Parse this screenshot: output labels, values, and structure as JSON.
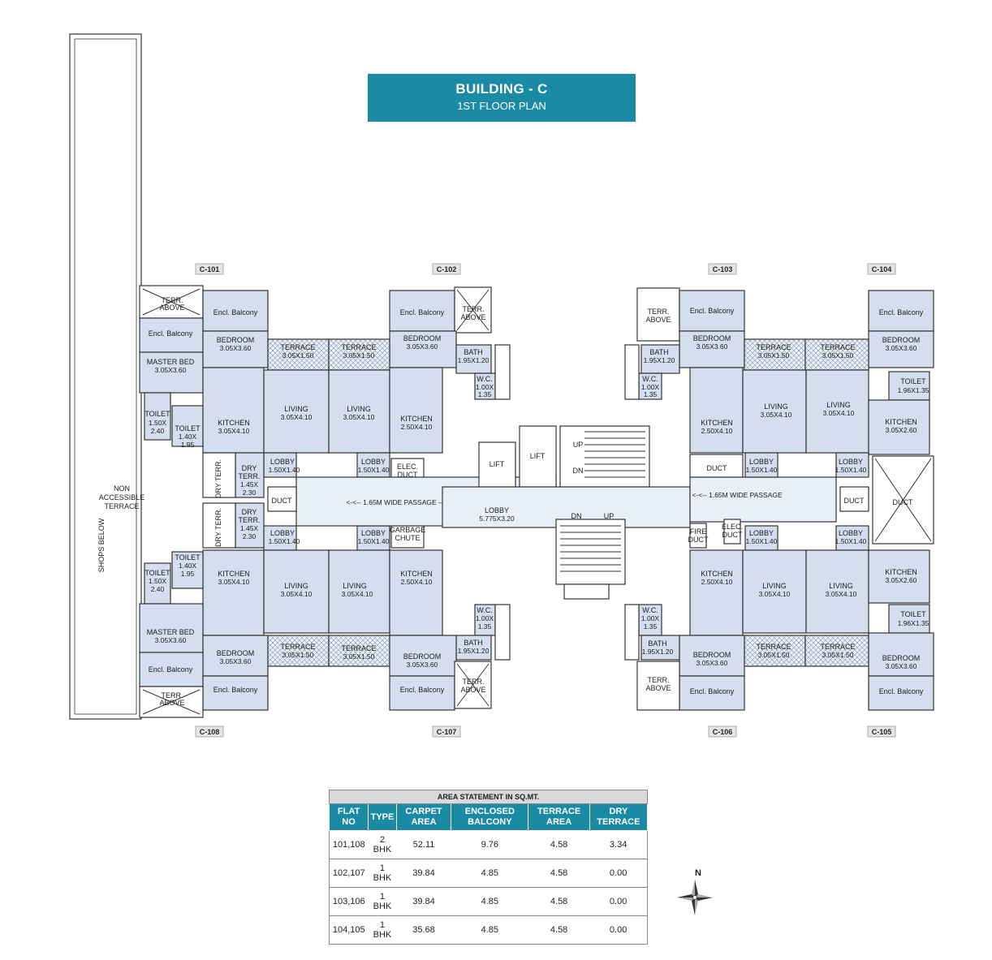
{
  "header": {
    "title": "BUILDING - C",
    "subtitle": "1ST FLOOR PLAN"
  },
  "flat_tags": [
    "C-101",
    "C-102",
    "C-103",
    "C-104",
    "C-108",
    "C-107",
    "C-106",
    "C-105"
  ],
  "labels": {
    "non_accessible": "NON ACCESSIBLE TERRACE",
    "shops_below": "SHOPS BELOW",
    "terr_above": "TERR. ABOVE",
    "encl_balcony": "Encl. Balcony",
    "bedroom": "BEDROOM",
    "master_bed": "MASTER BED",
    "terrace": "TERRACE",
    "kitchen": "KITCHEN",
    "living": "LIVING",
    "toilet": "TOILET",
    "bath": "BATH",
    "wc": "W.C.",
    "lobby": "LOBBY",
    "duct": "DUCT",
    "elec_duct": "ELEC. DUCT",
    "garbage_chute": "GARBAGE CHUTE",
    "fire_duct": "FIRE DUCT",
    "dry_terr": "DRY TERR.",
    "dry_terr_abv": "DRY TERR. ABV",
    "lift": "LIFT",
    "up": "UP",
    "dn": "DN",
    "passage": "<-<-- 1.65M WIDE PASSAGE -- ->->",
    "passage_right": "<-<-- 1.65M WIDE PASSAGE",
    "main_lobby": "LOBBY",
    "main_lobby_dim": "5.775X3.20"
  },
  "dims": {
    "bed": "3.05X3.60",
    "terrace": "3.05X1.50",
    "living": "3.05X4.10",
    "kitchen_2bhk": "3.05X4.10",
    "kitchen_1bhk": "2.50X4.10",
    "kitchen_c104": "3.05X2.60",
    "toilet_a": "1.50X 2.40",
    "toilet_b": "1.40X 1.95",
    "toilet_c": "1.96X1.35",
    "bath": "1.95X1.20",
    "wc": "1.00X 1.35",
    "lobby": "1.50X1.40",
    "dry": "1.45X 2.30"
  },
  "area_table": {
    "caption": "AREA STATEMENT IN SQ.MT.",
    "headers": [
      "FLAT NO",
      "TYPE",
      "CARPET AREA",
      "ENCLOSED BALCONY",
      "TERRACE AREA",
      "DRY TERRACE"
    ],
    "rows": [
      [
        "101,108",
        "2 BHK",
        "52.11",
        "9.76",
        "4.58",
        "3.34"
      ],
      [
        "102,107",
        "1 BHK",
        "39.84",
        "4.85",
        "4.58",
        "0.00"
      ],
      [
        "103,106",
        "1 BHK",
        "39.84",
        "4.85",
        "4.58",
        "0.00"
      ],
      [
        "104,105",
        "1 BHK",
        "35.68",
        "4.85",
        "4.58",
        "0.00"
      ]
    ]
  },
  "compass": {
    "north": "N"
  },
  "colors": {
    "accent": "#1b8aa4",
    "room_fill": "#d4deee"
  }
}
